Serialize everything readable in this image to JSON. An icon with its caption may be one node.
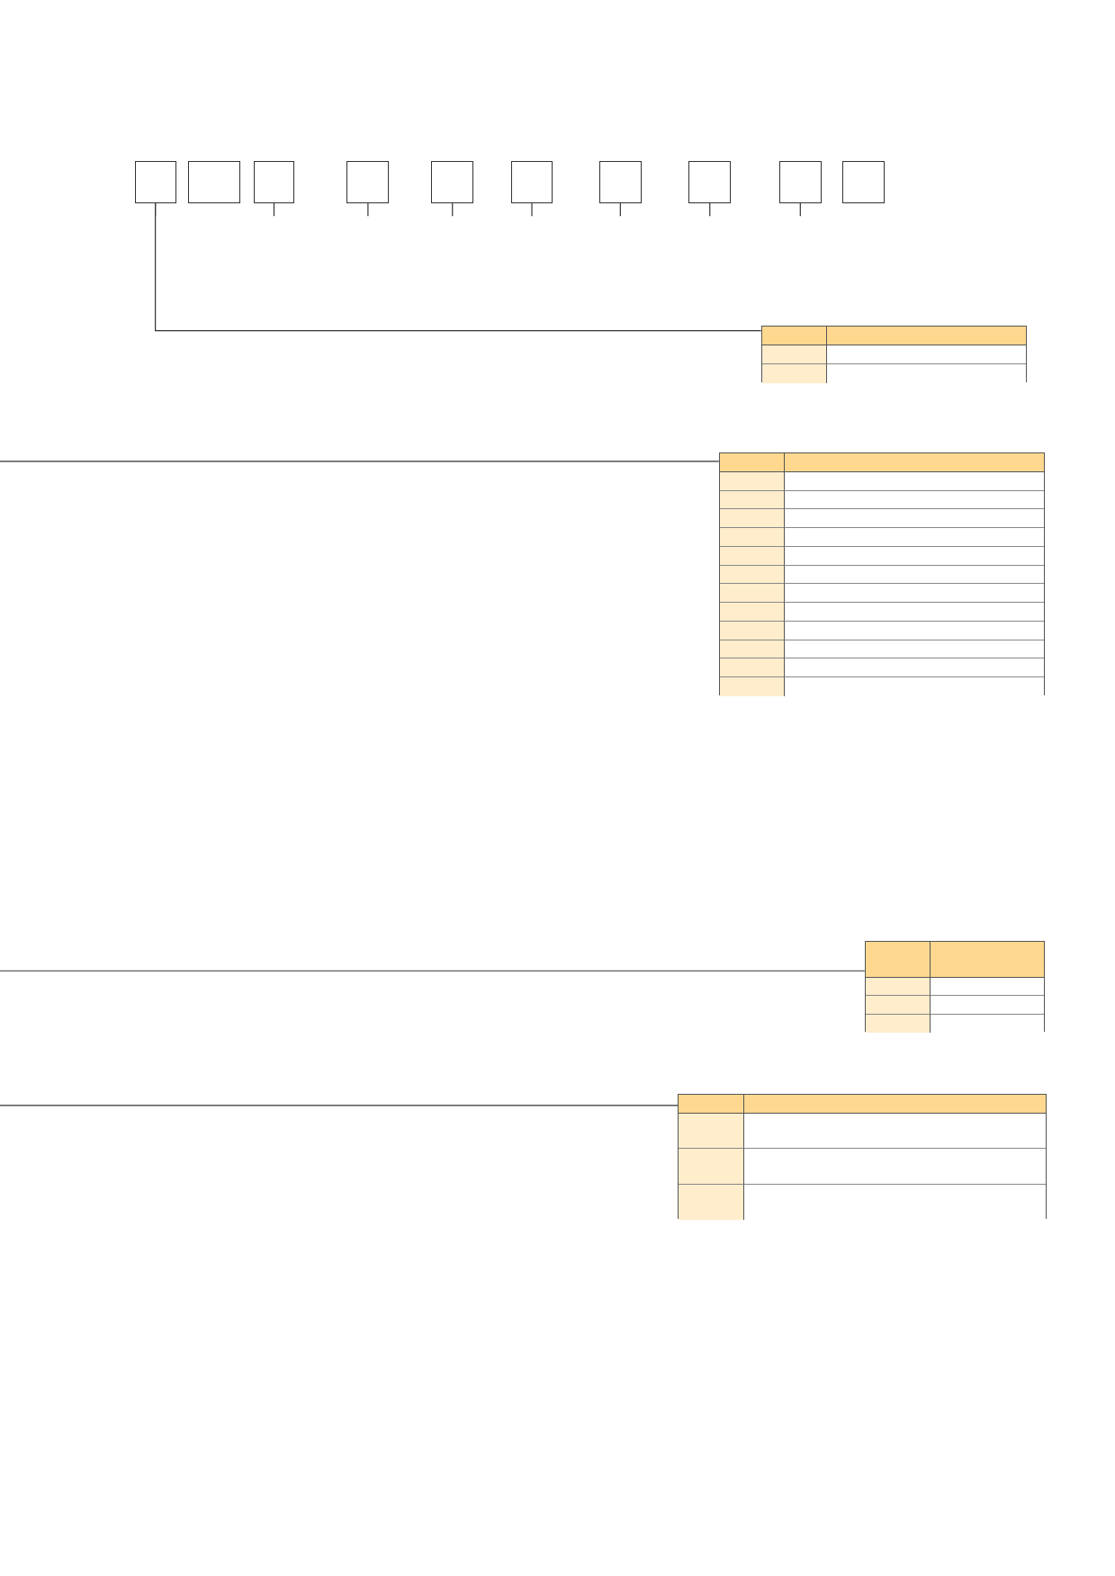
{
  "diagram": {
    "nodes": [
      {
        "text": [],
        "shape": "box"
      },
      {
        "text": [],
        "shape": "box"
      },
      {
        "text": [],
        "shape": "box"
      },
      {
        "text": [],
        "shape": "box"
      },
      {
        "text": [],
        "shape": "box"
      },
      {
        "text": [],
        "shape": "box"
      },
      {
        "text": [],
        "shape": "box"
      },
      {
        "text": [],
        "shape": "box"
      },
      {
        "text": [],
        "shape": "box"
      },
      {
        "text": [],
        "shape": "box"
      },
      {
        "text": [],
        "shape": "table"
      },
      {
        "text": [],
        "shape": "table"
      },
      {
        "text": [],
        "shape": "table"
      },
      {
        "text": [],
        "shape": "table"
      }
    ],
    "edges": [
      {
        "from": 0,
        "to": 10,
        "arrow": "none"
      },
      {
        "from": null,
        "to": 11,
        "arrow": "none"
      },
      {
        "from": null,
        "to": 12,
        "arrow": "none"
      },
      {
        "from": null,
        "to": 13,
        "arrow": "none"
      }
    ]
  }
}
